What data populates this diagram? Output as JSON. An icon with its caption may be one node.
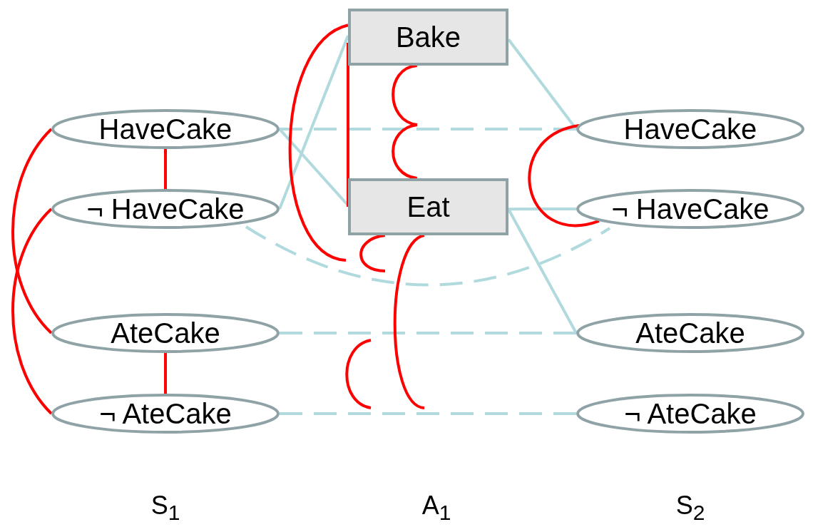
{
  "diagram": {
    "nodes": [
      {
        "text": [
          "HaveCake"
        ]
      },
      {
        "text": [
          "¬ HaveCake"
        ]
      },
      {
        "text": [
          "AteCake"
        ]
      },
      {
        "text": [
          "¬ AteCake"
        ]
      },
      {
        "text": [
          "Bake"
        ]
      },
      {
        "text": [
          "Eat"
        ]
      },
      {
        "text": [
          "HaveCake"
        ]
      },
      {
        "text": [
          "¬ HaveCake"
        ]
      },
      {
        "text": [
          "AteCake"
        ]
      },
      {
        "text": [
          "¬ AteCake"
        ]
      }
    ],
    "edges": [
      {
        "from": 0,
        "to": 5,
        "arrow": "none",
        "color": "#b0dadd"
      },
      {
        "from": 1,
        "to": 4,
        "arrow": "none",
        "color": "#b0dadd"
      },
      {
        "from": 4,
        "to": 6,
        "arrow": "none",
        "color": "#b0dadd"
      },
      {
        "from": 5,
        "to": 7,
        "arrow": "none",
        "color": "#b0dadd"
      },
      {
        "from": 5,
        "to": 8,
        "arrow": "none",
        "color": "#b0dadd"
      },
      {
        "from": 0,
        "to": 6,
        "arrow": "none",
        "style": "dashed",
        "color": "#b0dadd"
      },
      {
        "from": 1,
        "to": 7,
        "arrow": "none",
        "style": "dashed",
        "color": "#b0dadd"
      },
      {
        "from": 2,
        "to": 8,
        "arrow": "none",
        "style": "dashed",
        "color": "#b0dadd"
      },
      {
        "from": 3,
        "to": 9,
        "arrow": "none",
        "style": "dashed",
        "color": "#b0dadd"
      },
      {
        "from": 0,
        "to": 1,
        "arrow": "none"
      },
      {
        "from": 2,
        "to": 3,
        "arrow": "none"
      },
      {
        "from": 0,
        "to": 2,
        "arrow": "none"
      },
      {
        "from": 1,
        "to": 3,
        "arrow": "none"
      },
      {
        "from": 4,
        "to": 5,
        "arrow": "none"
      },
      {
        "from": 4,
        "to": null,
        "arrow": "none"
      },
      {
        "from": 4,
        "to": null,
        "arrow": "none"
      },
      {
        "from": null,
        "to": 5,
        "arrow": "none"
      },
      {
        "from": 5,
        "to": null,
        "arrow": "none"
      },
      {
        "from": 5,
        "to": null,
        "arrow": "none"
      },
      {
        "from": 6,
        "to": 7,
        "arrow": "none"
      }
    ],
    "labels": [
      "S$_{1}$",
      "A$_{1}$",
      "S$_{2}$"
    ]
  }
}
